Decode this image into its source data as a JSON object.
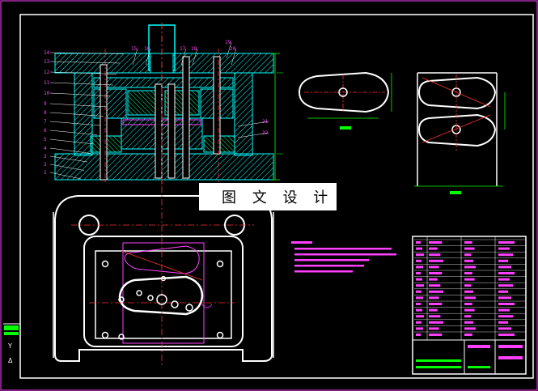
{
  "watermark": "图 文 设 计",
  "callouts": [
    "1",
    "2",
    "3",
    "4",
    "5",
    "6",
    "7",
    "8",
    "9",
    "10",
    "11",
    "12",
    "13",
    "14",
    "15",
    "16",
    "17",
    "18",
    "19",
    "20",
    "21",
    "22"
  ],
  "colors": {
    "background": "#000000",
    "frame": "#ffffff",
    "part": "#00ffff",
    "hatch": "#00ffff",
    "centerline": "#ff3030",
    "dimension": "#00ff00",
    "callout": "#ff40ff",
    "slot": "#ffff40"
  }
}
